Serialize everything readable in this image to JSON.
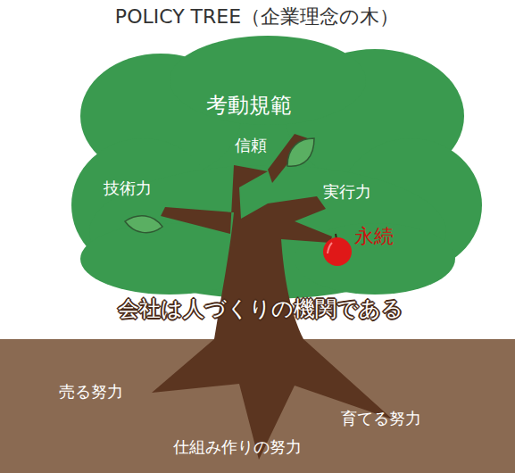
{
  "diagram": {
    "title": "POLICY TREE（企業理念の木）",
    "labels": [
      "考動規範",
      "信頼",
      "技術力",
      "実行力",
      "永続",
      "会社は人づくりの機関である",
      "売る努力",
      "育てる努力",
      "仕組み作りの努力"
    ]
  }
}
